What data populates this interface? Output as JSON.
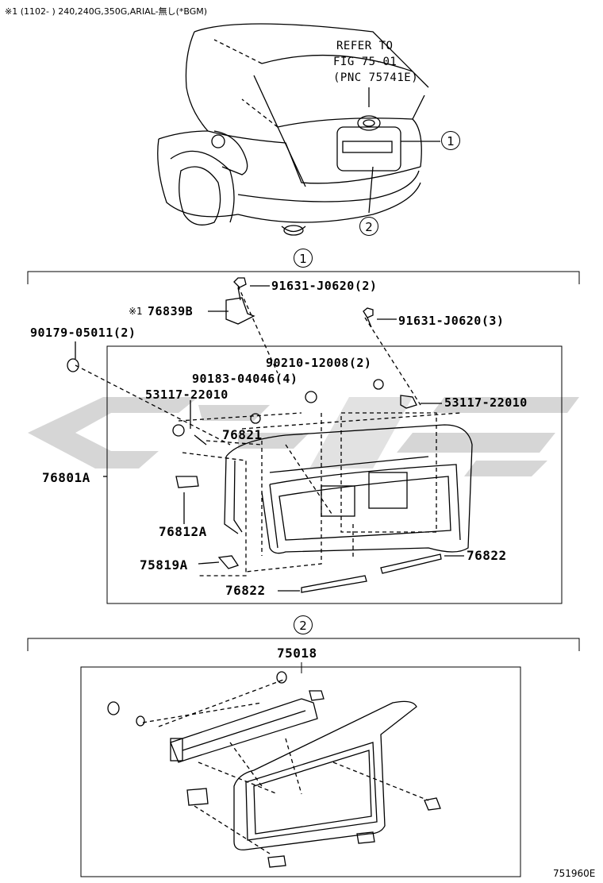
{
  "header_note": "※1 (1102-        ) 240,240G,350G,ARIAL-無し(*BGM)",
  "refer": {
    "line1": "REFER TO",
    "line2": "FIG 75-01",
    "line3": "(PNC 75741E)"
  },
  "callouts": {
    "one": "1",
    "two": "2"
  },
  "section1": {
    "marker": "1",
    "parts": {
      "p91631_top": "91631-J0620(2)",
      "p76839b_mark": "※1",
      "p76839b": "76839B",
      "p91631_right": "91631-J0620(3)",
      "p90179": "90179-05011(2)",
      "p90210": "90210-12008(2)",
      "p90183": "90183-04046(4)",
      "p53117_left": "53117-22010",
      "p53117_right": "53117-22010",
      "p76821": "76821",
      "p76801a": "76801A",
      "p76812a": "76812A",
      "p75819a": "75819A",
      "p76822_right": "76822",
      "p76822_bottom": "76822"
    }
  },
  "section2": {
    "marker": "2",
    "part": "75018"
  },
  "figure_code": "751960E",
  "colors": {
    "line": "#000000",
    "watermark": "#c8c8c8",
    "background": "#ffffff"
  }
}
